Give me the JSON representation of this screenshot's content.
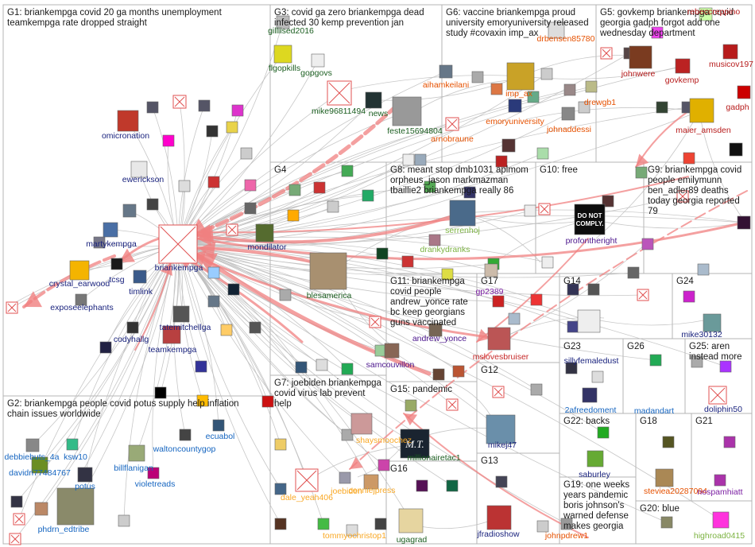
{
  "groups": [
    {
      "id": "G1",
      "lines": [
        "G1: briankempga covid 20 ga months unemployment",
        "teamkempga rate dropped straight"
      ]
    },
    {
      "id": "G2",
      "lines": [
        "G2: briankempga people covid potus supply help inflation",
        "chain issues worldwide"
      ]
    },
    {
      "id": "G3",
      "lines": [
        "G3: covid ga zero briankempga dead",
        "infected 30 kemp prevention jan"
      ]
    },
    {
      "id": "G4",
      "lines": [
        "G4"
      ]
    },
    {
      "id": "G5",
      "lines": [
        "G5: govkemp briankempga covid",
        "georgia gadph forgot add one",
        "wednesday department"
      ]
    },
    {
      "id": "G6",
      "lines": [
        "G6: vaccine briankempga proud",
        "university emoryuniversity released",
        "study #covaxin imp_ax"
      ]
    },
    {
      "id": "G7",
      "lines": [
        "G7: joebiden briankempga",
        "covid virus lab prevent",
        "help"
      ]
    },
    {
      "id": "G8",
      "lines": [
        "G8: meant stop dmb1031 aplmom",
        "orpheus_jason markmazman",
        "tbaillie2 briankempga really 86"
      ]
    },
    {
      "id": "G9",
      "lines": [
        "G9: briankempga covid",
        "people emilymunn",
        "ben_adler89 deaths",
        "today georgia reported",
        "79"
      ]
    },
    {
      "id": "G10",
      "lines": [
        "G10: free"
      ]
    },
    {
      "id": "G11",
      "lines": [
        "G11: briankempga",
        "covid people",
        "andrew_yonce rate",
        "bc keep georgians",
        "guns vaccinated"
      ]
    },
    {
      "id": "G12",
      "lines": [
        "G12"
      ]
    },
    {
      "id": "G13",
      "lines": [
        "G13"
      ]
    },
    {
      "id": "G14",
      "lines": [
        "G14"
      ]
    },
    {
      "id": "G15",
      "lines": [
        "G15: pandemic"
      ]
    },
    {
      "id": "G16",
      "lines": [
        "G16"
      ]
    },
    {
      "id": "G17",
      "lines": [
        "G17"
      ]
    },
    {
      "id": "G18",
      "lines": [
        "G18"
      ]
    },
    {
      "id": "G19",
      "lines": [
        "G19: one weeks",
        "years pandemic",
        "boris johnson's",
        "warned defense",
        "makes georgia"
      ]
    },
    {
      "id": "G20",
      "lines": [
        "G20: blue"
      ]
    },
    {
      "id": "G21",
      "lines": [
        "G21"
      ]
    },
    {
      "id": "G22",
      "lines": [
        "G22: backs"
      ]
    },
    {
      "id": "G23",
      "lines": [
        "G23"
      ]
    },
    {
      "id": "G24",
      "lines": [
        "G24"
      ]
    },
    {
      "id": "G25",
      "lines": [
        "G25: aren",
        "instead more"
      ]
    },
    {
      "id": "G26",
      "lines": [
        "G26"
      ]
    }
  ],
  "vertices": [
    {
      "label": "briankempga",
      "color": "#1a237e"
    },
    {
      "label": "omicronation",
      "color": "#1a237e"
    },
    {
      "label": "ewerickson",
      "color": "#1a237e"
    },
    {
      "label": "martykempga",
      "color": "#1a237e"
    },
    {
      "label": "crystal_earwood",
      "color": "#1a237e"
    },
    {
      "label": "tcsg",
      "color": "#1a237e"
    },
    {
      "label": "timlink",
      "color": "#1a237e"
    },
    {
      "label": "exposeelephants",
      "color": "#1a237e"
    },
    {
      "label": "tatemitchellga",
      "color": "#1a237e"
    },
    {
      "label": "codyhallg",
      "color": "#1a237e"
    },
    {
      "label": "teamkempga",
      "color": "#1a237e"
    },
    {
      "label": "mondilator",
      "color": "#1a237e"
    },
    {
      "label": "debbiebuts_4a",
      "color": "#1565c0"
    },
    {
      "label": "ksw10",
      "color": "#1565c0"
    },
    {
      "label": "davidri77484767",
      "color": "#1565c0"
    },
    {
      "label": "potus",
      "color": "#1565c0"
    },
    {
      "label": "billflanigan",
      "color": "#1565c0"
    },
    {
      "label": "waltoncountygop",
      "color": "#1565c0"
    },
    {
      "label": "ecuabol",
      "color": "#1565c0"
    },
    {
      "label": "violetreads",
      "color": "#1565c0"
    },
    {
      "label": "phdrn_edtribe",
      "color": "#1565c0"
    },
    {
      "label": "gilliised2016",
      "color": "#1b5e20"
    },
    {
      "label": "flgopkills",
      "color": "#1b5e20"
    },
    {
      "label": "gopgovs",
      "color": "#1b5e20"
    },
    {
      "label": "mike96811494",
      "color": "#1b5e20"
    },
    {
      "label": "news",
      "color": "#1b5e20"
    },
    {
      "label": "feste15694804",
      "color": "#1b5e20"
    },
    {
      "label": "blesamerica",
      "color": "#1b5e20"
    },
    {
      "label": "aihamkeilani",
      "color": "#e65100"
    },
    {
      "label": "imp_ax",
      "color": "#e65100"
    },
    {
      "label": "drewgb1",
      "color": "#e65100"
    },
    {
      "label": "emoryuniversity",
      "color": "#e65100"
    },
    {
      "label": "arnobraune",
      "color": "#e65100"
    },
    {
      "label": "johnaddessi",
      "color": "#e65100"
    },
    {
      "label": "drbensen85780",
      "color": "#e65100"
    },
    {
      "label": "johnwere",
      "color": "#b71c1c"
    },
    {
      "label": "govkemp",
      "color": "#b71c1c"
    },
    {
      "label": "musicov197",
      "color": "#b71c1c"
    },
    {
      "label": "gadph",
      "color": "#b71c1c"
    },
    {
      "label": "maier_amsden",
      "color": "#b71c1c"
    },
    {
      "label": "rebeccreppino",
      "color": "#b71c1c"
    },
    {
      "label": "serrenhoj",
      "color": "#7cb342"
    },
    {
      "label": "drankydranks",
      "color": "#7cb342"
    },
    {
      "label": "profontheright",
      "color": "#4a148c"
    },
    {
      "label": "gp2389",
      "color": "#7b1fa2"
    },
    {
      "label": "andrew_yonce",
      "color": "#4a148c"
    },
    {
      "label": "samcouvillon",
      "color": "#4a148c"
    },
    {
      "label": "mslovesbruiser",
      "color": "#c62828"
    },
    {
      "label": "sillyfemaledust",
      "color": "#1a237e"
    },
    {
      "label": "mike30132",
      "color": "#1a237e"
    },
    {
      "label": "2afreedoment",
      "color": "#1565c0"
    },
    {
      "label": "madandart",
      "color": "#1565c0"
    },
    {
      "label": "doliphin50",
      "color": "#1a237e"
    },
    {
      "label": "millionairetac1",
      "color": "#1b5e20"
    },
    {
      "label": "mikej47",
      "color": "#1a237e"
    },
    {
      "label": "shaysmoochez",
      "color": "#f9a825"
    },
    {
      "label": "dale_yeah406",
      "color": "#f9a825"
    },
    {
      "label": "joebiden",
      "color": "#f9a825"
    },
    {
      "label": "conniejpress",
      "color": "#f9a825"
    },
    {
      "label": "tommyochristop1",
      "color": "#f9a825"
    },
    {
      "label": "ugagrad",
      "color": "#1b5e20"
    },
    {
      "label": "jfradioshow",
      "color": "#1a237e"
    },
    {
      "label": "saburley",
      "color": "#1a237e"
    },
    {
      "label": "johnpdrew1",
      "color": "#e65100"
    },
    {
      "label": "steviea20287094",
      "color": "#e65100"
    },
    {
      "label": "nospamhiatt",
      "color": "#7b1fa2"
    },
    {
      "label": "highroad0415",
      "color": "#7cb342"
    }
  ],
  "thumb_text": {
    "do_not_comply": [
      "DO NOT",
      "COMPLY."
    ],
    "mt_logo": "M.T."
  }
}
